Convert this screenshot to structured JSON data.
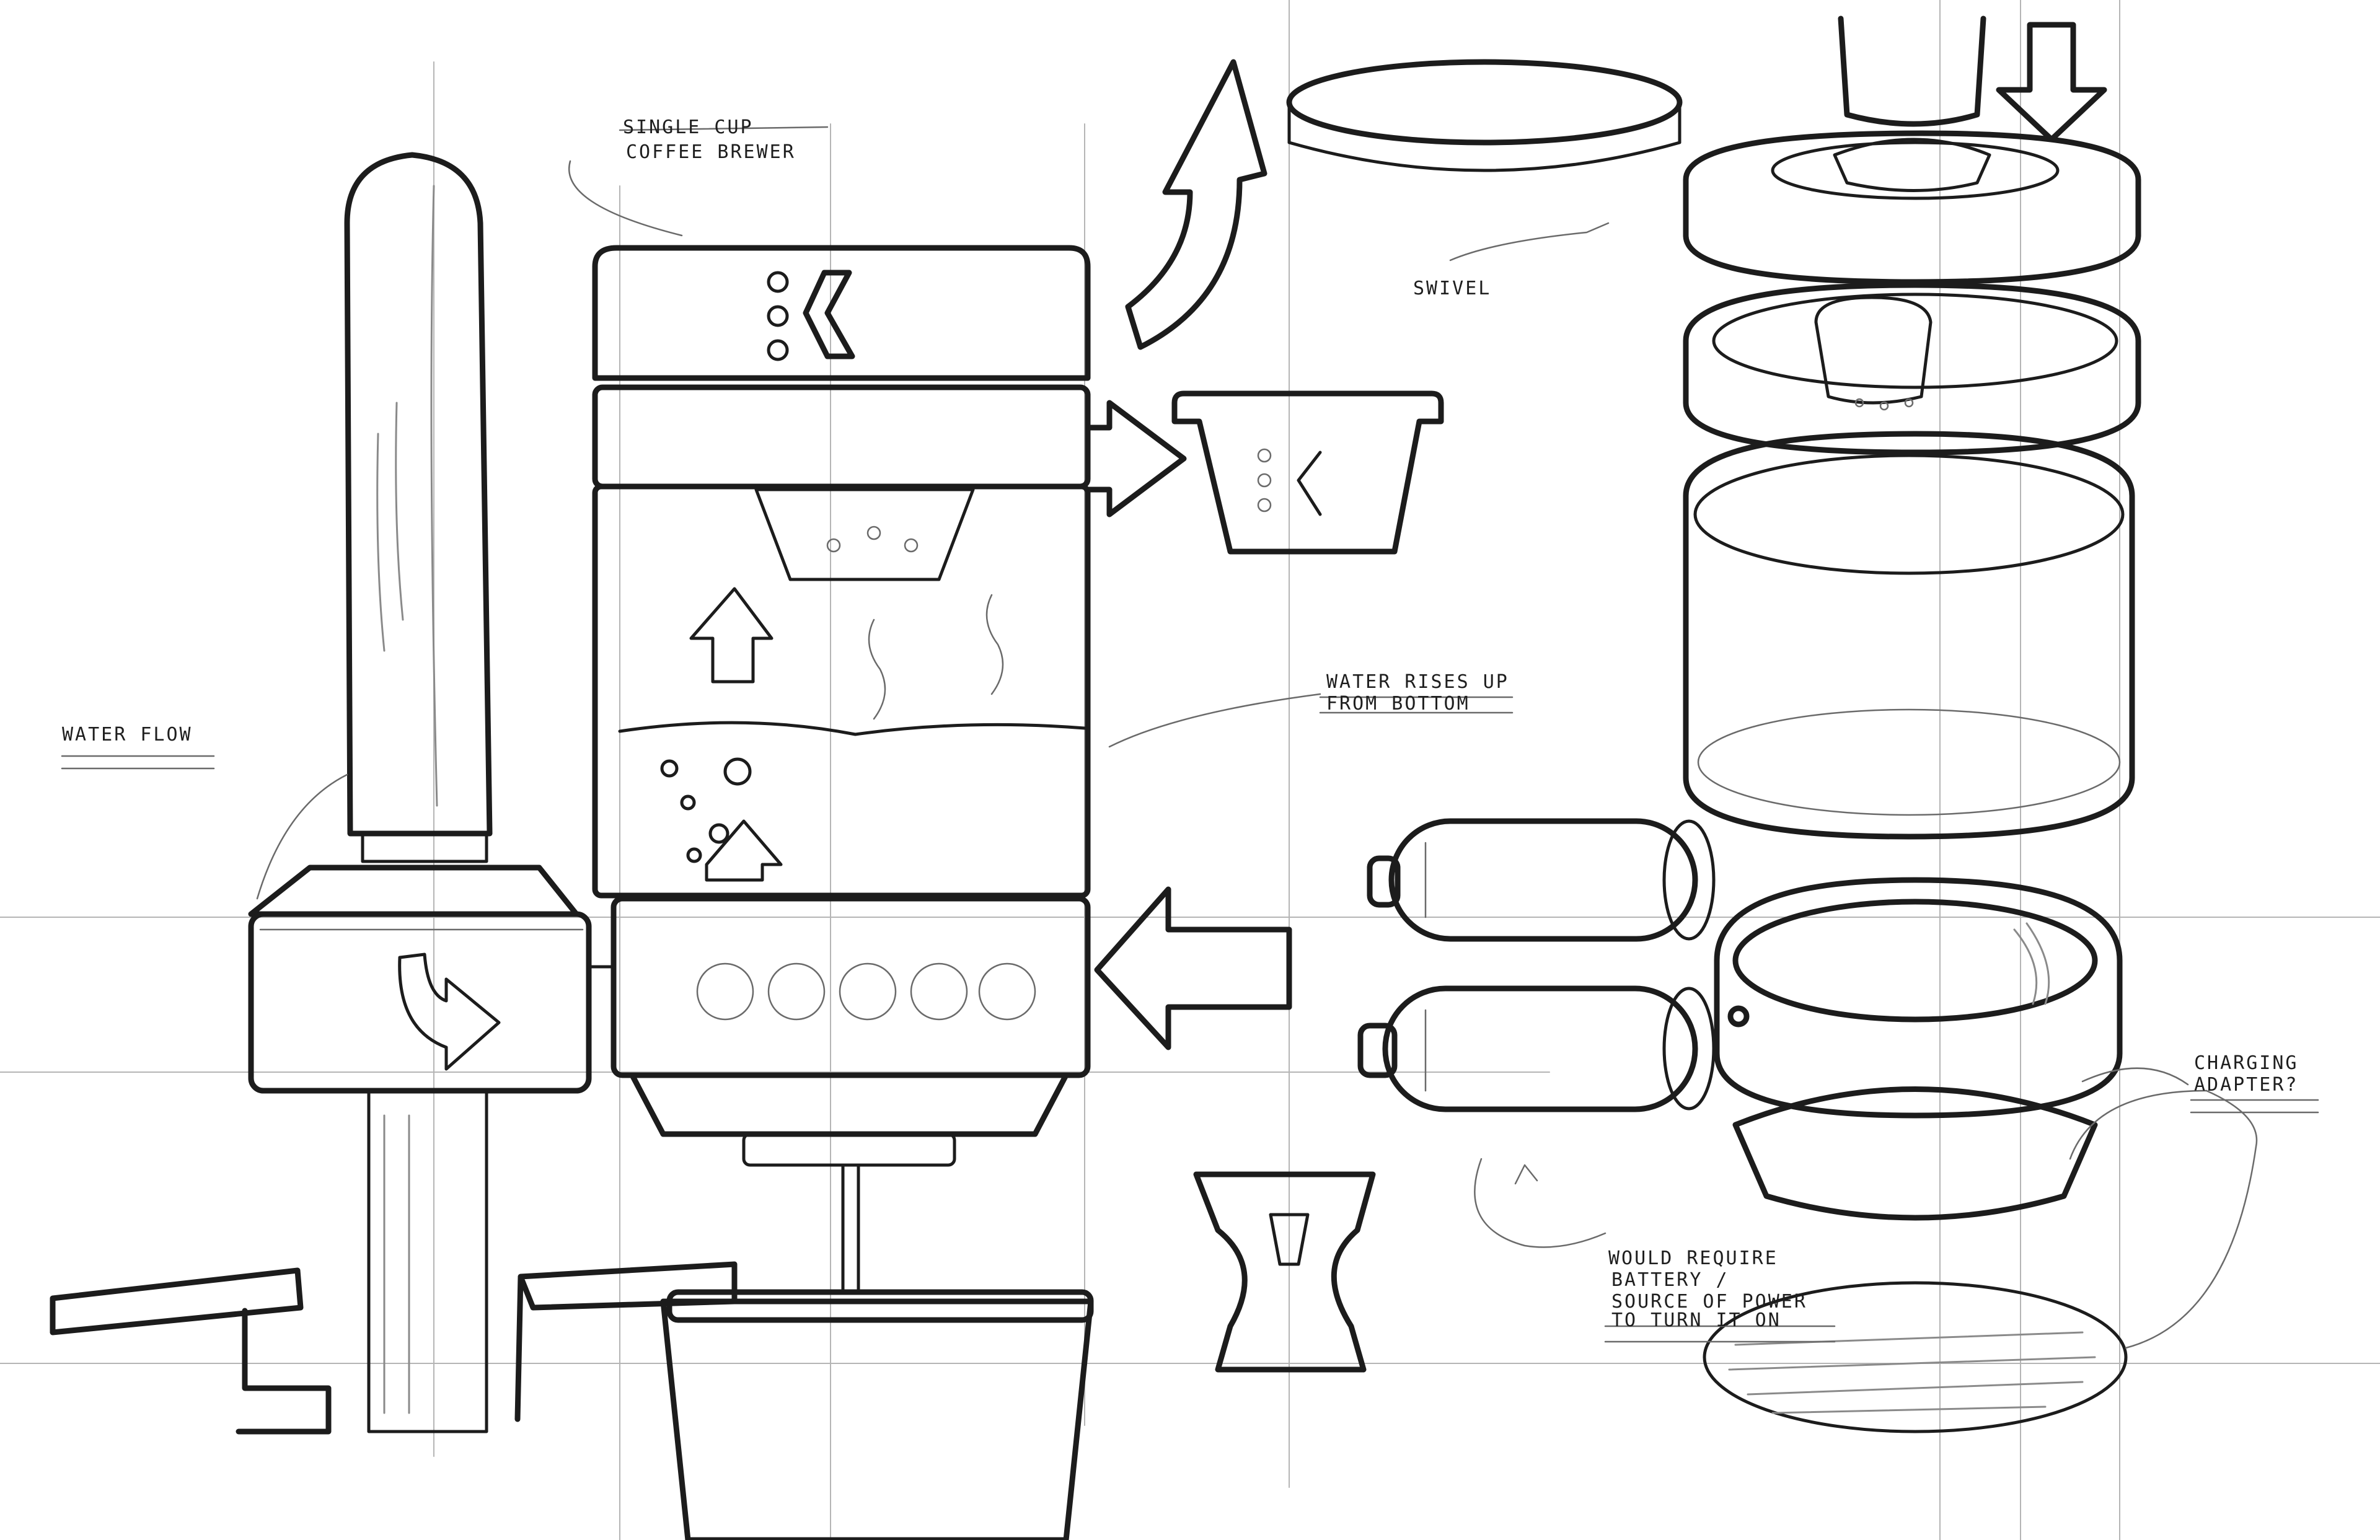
{
  "annotations": {
    "title_line1": "SINGLE CUP",
    "title_line2": "COFFEE BREWER",
    "swivel": "SWIVEL",
    "water_flow": "WATER FLOW",
    "water_rises_line1": "WATER RISES UP",
    "water_rises_line2": "FROM BOTTOM",
    "battery_line1": "WOULD REQUIRE",
    "battery_line2": "BATTERY /",
    "battery_line3": "SOURCE OF POWER",
    "battery_line4": "TO TURN IT ON",
    "charging_line1": "CHARGING",
    "charging_line2": "ADAPTER?"
  },
  "colors": {
    "ink": "#1c1c1c",
    "pencil": "#6a6a6a",
    "construction": "#b5b5b5",
    "paper": "#ffffff"
  }
}
